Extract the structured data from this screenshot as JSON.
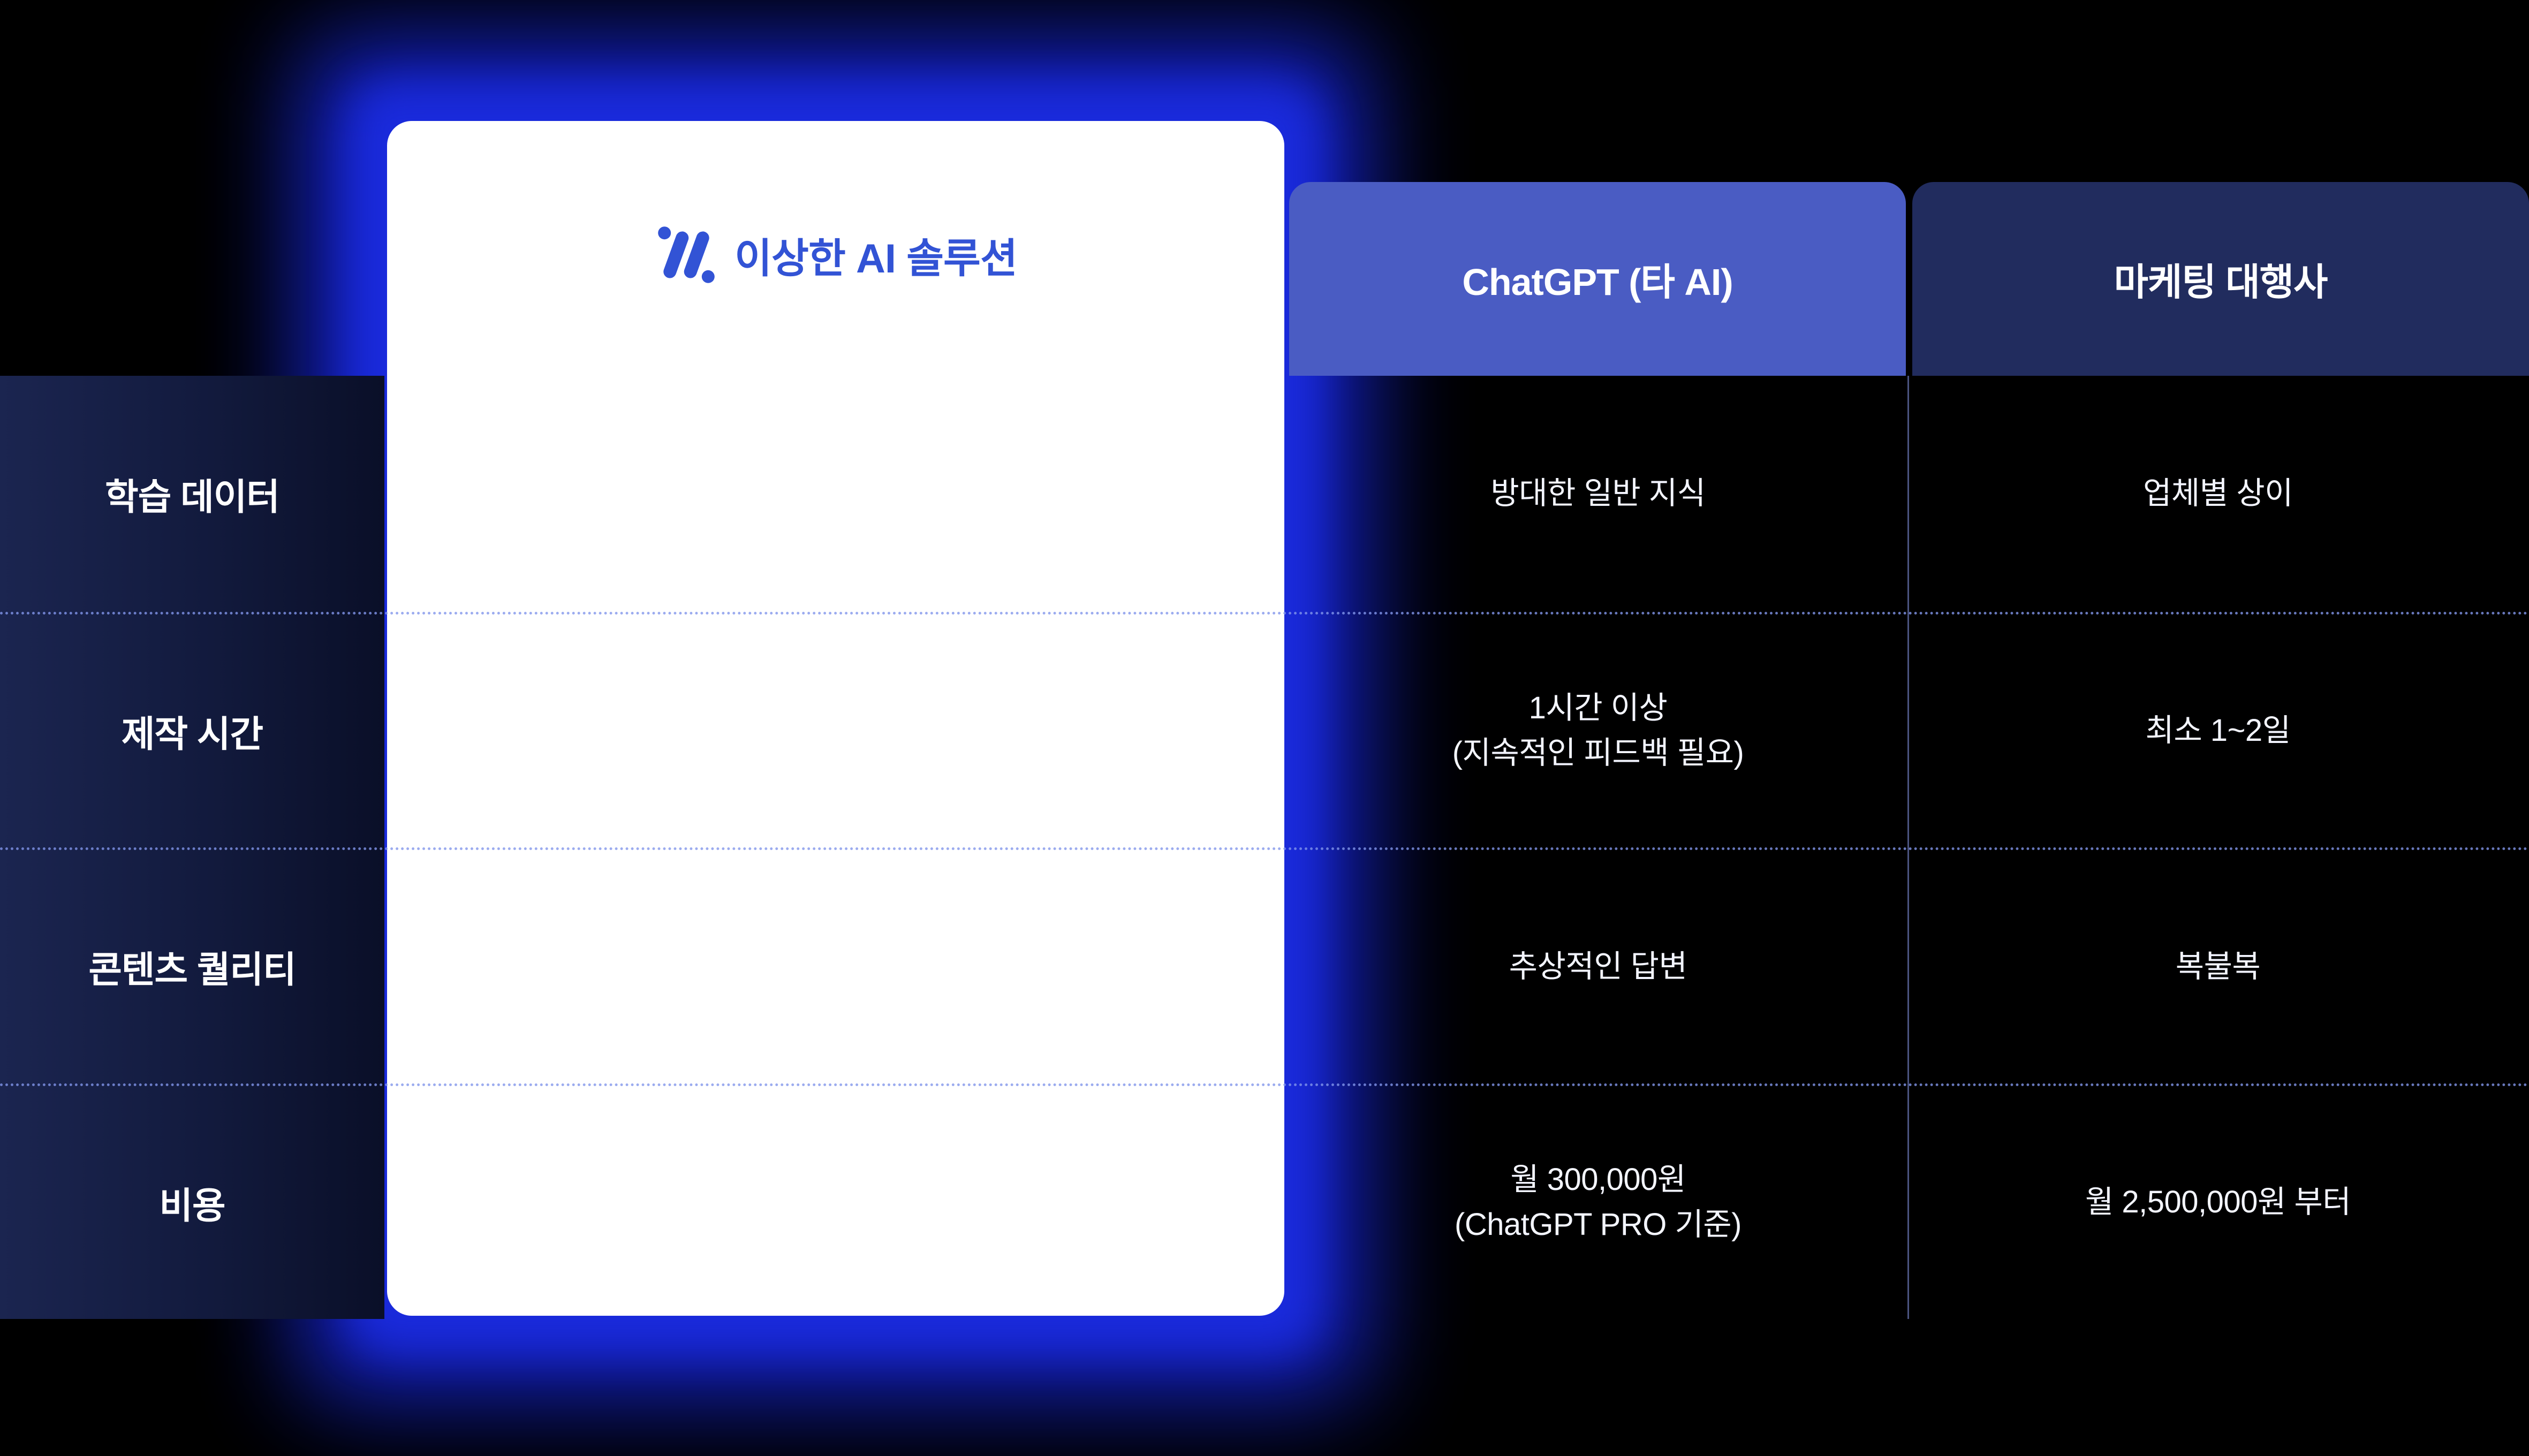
{
  "brand": {
    "name": "이상한 AI 솔루션",
    "icon": "brand-slash-logo-icon"
  },
  "columns": {
    "chatgpt": "ChatGPT (타 AI)",
    "agency": "마케팅 대행사"
  },
  "table": {
    "rows": [
      {
        "label": "학습 데이터",
        "chatgpt": [
          "방대한 일반 지식"
        ],
        "agency": [
          "업체별 상이"
        ]
      },
      {
        "label": "제작 시간",
        "chatgpt": [
          "1시간 이상",
          "(지속적인 피드백 필요)"
        ],
        "agency": [
          "최소 1~2일"
        ]
      },
      {
        "label": "콘텐츠 퀄리티",
        "chatgpt": [
          "추상적인 답변"
        ],
        "agency": [
          "복불복"
        ]
      },
      {
        "label": "비용",
        "chatgpt": [
          "월 300,000원",
          "(ChatGPT PRO 기준)"
        ],
        "agency": [
          "월 2,500,000원 부터"
        ]
      }
    ]
  },
  "chart_data": {
    "type": "table",
    "title": "",
    "columns": [
      "",
      "이상한 AI 솔루션",
      "ChatGPT (타 AI)",
      "마케팅 대행사"
    ],
    "rows": [
      [
        "학습 데이터",
        "",
        "방대한 일반 지식",
        "업체별 상이"
      ],
      [
        "제작 시간",
        "",
        "1시간 이상 (지속적인 피드백 필요)",
        "최소 1~2일"
      ],
      [
        "콘텐츠 퀄리티",
        "",
        "추상적인 답변",
        "복불복"
      ],
      [
        "비용",
        "",
        "월 300,000원 (ChatGPT PRO 기준)",
        "월 2,500,000원 부터"
      ]
    ],
    "layout": "comparison-table, brand column highlighted as white card over blue glow on black background"
  },
  "colors": {
    "background": "#000000",
    "glow_blue": "#1524d2",
    "brand_blue": "#3253d5",
    "header_chatgpt": "#4a5cc3",
    "header_agency": "#212c5e",
    "left_panel_navy": "#1b2550",
    "dotted_line": "#8296eb",
    "text_white": "#ffffff"
  }
}
